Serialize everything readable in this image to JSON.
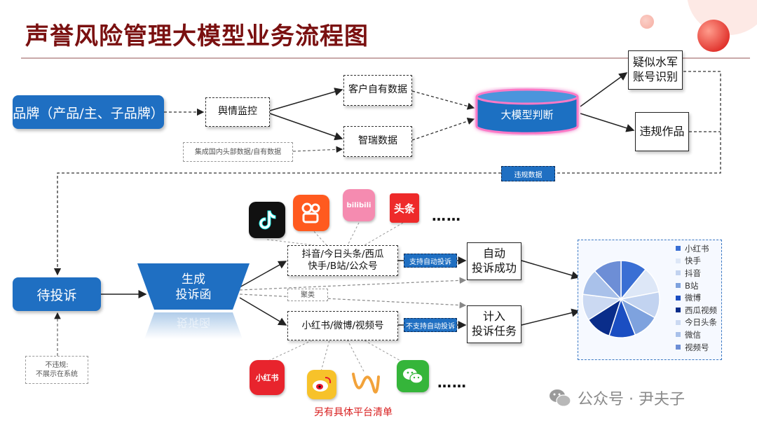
{
  "title": "声誉风险管理大模型业务流程图",
  "nodes": {
    "brand": "品牌（产品/主、子品牌）",
    "monitor": "舆情监控",
    "own_data": "客户自有数据",
    "zhirui_data": "智瑞数据",
    "integrate_note": "集成国内头部数据/自有数据",
    "llm_judge": "大模型判断",
    "suspected_bot_line1": "疑似水军",
    "suspected_bot_line2": "账号识别",
    "violating_works": "违规作品",
    "violation_data_tag": "违规数据",
    "pending_complaint": "待投诉",
    "generate_line1": "生成",
    "generate_line2": "投诉函",
    "generate_reflection": "投诉函",
    "no_violation_line1": "不违规:",
    "no_violation_line2": "不展示在系统",
    "platforms_a_line1": "抖音/今日头条/西瓜",
    "platforms_a_line2": "快手/B站/公众号",
    "platforms_b": "小红书/微博/视频号",
    "auto_tag": "支持自动投诉",
    "no_auto_tag": "不支持自动投诉",
    "aggregate_tag": "聚类",
    "auto_success_line1": "自动",
    "auto_success_line2": "投诉成功",
    "manual_task_line1": "计入",
    "manual_task_line2": "投诉任务",
    "more_top": "……",
    "more_bottom": "……",
    "platform_list_note": "另有具体平台清单"
  },
  "icons": {
    "top": [
      {
        "name": "douyin-icon",
        "label": "♪",
        "color": "#111111"
      },
      {
        "name": "kuaishou-icon",
        "label": "",
        "color": "#ff5a1f"
      },
      {
        "name": "bilibili-icon",
        "label": "bilibili",
        "color": "#f58bb0"
      },
      {
        "name": "toutiao-icon",
        "label": "头条",
        "color": "#ee2a2a"
      }
    ],
    "bottom": [
      {
        "name": "xiaohongshu-icon",
        "label": "小红书",
        "color": "#e8242d"
      },
      {
        "name": "weibo-icon",
        "label": "",
        "color": "#f7c22a"
      },
      {
        "name": "shipinhao-icon",
        "label": "",
        "color": "#f2a23a"
      },
      {
        "name": "wechat-icon",
        "label": "",
        "color": "#35b53a"
      }
    ]
  },
  "chart_data": {
    "type": "pie",
    "categories": [
      "小红书",
      "快手",
      "抖音",
      "B站",
      "微博",
      "西瓜视频",
      "今日头条",
      "微信",
      "视频号"
    ],
    "values": [
      11,
      11,
      11,
      11,
      11,
      11,
      11,
      11,
      12
    ],
    "colors": [
      "#3a6fd4",
      "#dde7f7",
      "#c2d3f0",
      "#7ea2de",
      "#1b4ec2",
      "#0a2d8a",
      "#cbd9f2",
      "#a9c1ea",
      "#6d8ed6"
    ],
    "legend": "right"
  },
  "watermark": {
    "text": "公众号 · 尹夫子"
  }
}
